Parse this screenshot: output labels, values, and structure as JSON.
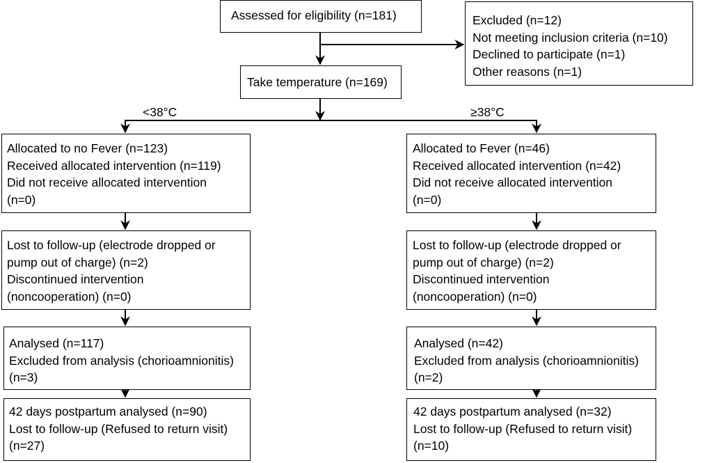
{
  "diagram": {
    "assessed": "Assessed for eligibility (n=181)",
    "excluded": [
      "Excluded  (n=12)",
      "Not meeting inclusion criteria (n=10)",
      "Declined to participate (n=1)",
      "Other reasons (n=1)"
    ],
    "take_temperature": "Take temperature (n=169)",
    "left_branch_label": "<38°C",
    "right_branch_label": "≥38°C",
    "left": {
      "allocation": [
        "Allocated to no Fever (n=123)",
        "Received allocated intervention (n=119)",
        "Did not receive allocated intervention",
        "(n=0)"
      ],
      "followup": [
        "Lost to follow-up (electrode dropped or",
        "pump out of charge) (n=2)",
        "Discontinued intervention",
        "(noncooperation) (n=0)"
      ],
      "analysis": [
        "Analysed  (n=117)",
        "Excluded from analysis (chorioamnionitis)",
        "(n=3)"
      ],
      "postpartum": [
        "42 days postpartum analysed  (n=90)",
        "Lost to follow-up (Refused to return visit)",
        "(n=27)"
      ]
    },
    "right": {
      "allocation": [
        "Allocated to Fever (n=46)",
        "Received allocated intervention (n=42)",
        "Did not receive allocated intervention",
        "(n=0)"
      ],
      "followup": [
        "Lost to follow-up (electrode dropped or",
        "pump out of charge) (n=2)",
        "Discontinued intervention",
        "(noncooperation) (n=0)"
      ],
      "analysis": [
        "Analysed  (n=42)",
        "Excluded from analysis (chorioamnionitis)",
        "(n=2)"
      ],
      "postpartum": [
        "42 days postpartum analysed (n=32)",
        "Lost to follow-up (Refused to return visit)",
        "(n=10)"
      ]
    }
  }
}
